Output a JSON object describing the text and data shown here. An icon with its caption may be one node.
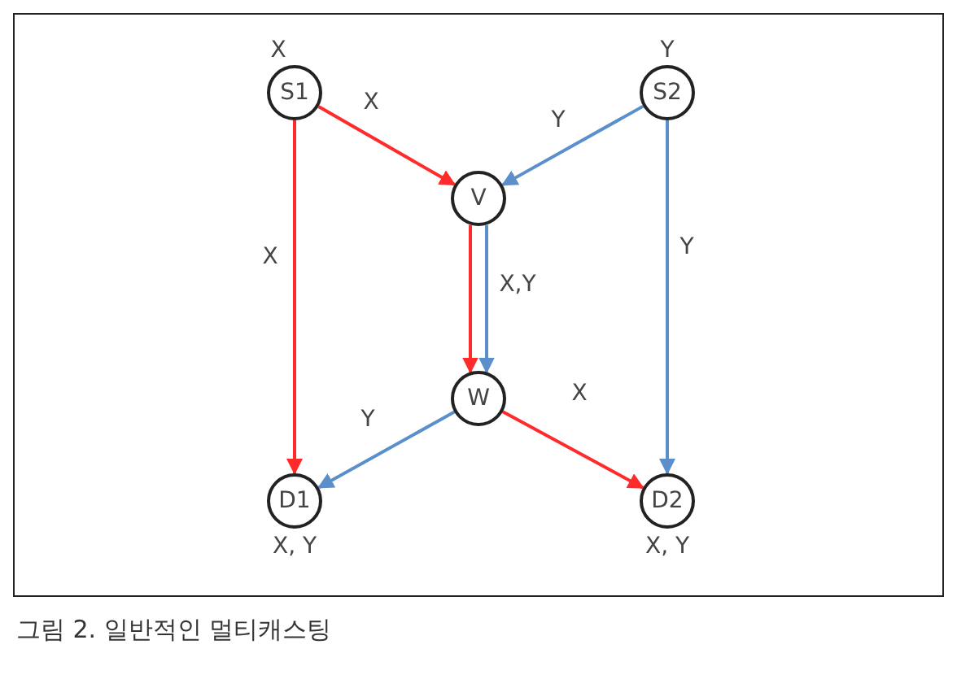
{
  "diagram": {
    "caption": "그림 2. 일반적인 멀티캐스팅",
    "nodes": [
      {
        "text": [
          "S1"
        ],
        "beside": [
          "X"
        ]
      },
      {
        "text": [
          "S2"
        ],
        "beside": [
          "Y"
        ]
      },
      {
        "text": [
          "V"
        ]
      },
      {
        "text": [
          "W"
        ]
      },
      {
        "text": [
          "D1"
        ],
        "beside": [
          "X, Y"
        ]
      },
      {
        "text": [
          "D2"
        ],
        "beside": [
          "X, Y"
        ]
      }
    ],
    "edges": [
      {
        "from": 0,
        "to": 2,
        "arrow": "to",
        "label": "X",
        "color": "#ff2a2a"
      },
      {
        "from": 1,
        "to": 2,
        "arrow": "to",
        "label": "Y",
        "color": "#5b8fcb"
      },
      {
        "from": 0,
        "to": 4,
        "arrow": "to",
        "label": "X",
        "color": "#ff2a2a"
      },
      {
        "from": 1,
        "to": 5,
        "arrow": "to",
        "label": "Y",
        "color": "#5b8fcb"
      },
      {
        "from": 2,
        "to": 3,
        "arrow": "to",
        "color": "#ff2a2a"
      },
      {
        "from": 2,
        "to": 3,
        "arrow": "to",
        "label": "X,Y",
        "color": "#5b8fcb"
      },
      {
        "from": 3,
        "to": 4,
        "arrow": "to",
        "label": "Y",
        "color": "#5b8fcb"
      },
      {
        "from": 3,
        "to": 5,
        "arrow": "to",
        "label": "X",
        "color": "#ff2a2a"
      }
    ]
  }
}
